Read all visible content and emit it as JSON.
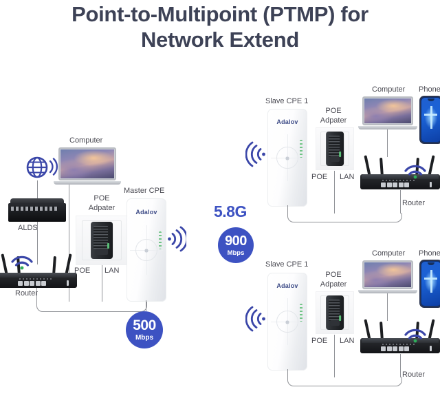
{
  "title": {
    "line1": "Point-to-Multipoint (PTMP) for",
    "line2": "Network Extend",
    "color": "#3d4256"
  },
  "theme": {
    "accent_blue": "#3d52c2",
    "wifi_blue": "#3a46a8",
    "background": "#ffffff",
    "wire": "#8f9196",
    "led_green": "#63c07a"
  },
  "left_segment": {
    "name": "master-site",
    "internet_icon": "globe-icon",
    "switch_label": "ALDS",
    "computer_label": "Computer",
    "poe_label_line1": "POE",
    "poe_label_line2": "Adpater",
    "poe_port_left": "POE",
    "poe_port_right": "LAN",
    "cpe_label": "Master CPE",
    "cpe_brand": "Adalov",
    "router_label": "Router",
    "speed_badge": {
      "value": "500",
      "unit": "Mbps"
    }
  },
  "link": {
    "band_label": "5.8G",
    "speed_badge": {
      "value": "900",
      "unit": "Mbps"
    }
  },
  "right_segment_top": {
    "name": "slave-site-1",
    "cpe_label": "Slave CPE 1",
    "cpe_brand": "Adalov",
    "poe_label_line1": "POE",
    "poe_label_line2": "Adpater",
    "poe_port_left": "POE",
    "poe_port_right": "LAN",
    "computer_label": "Computer",
    "phone_label": "Phone",
    "router_label": "Router"
  },
  "right_segment_bottom": {
    "name": "slave-site-2",
    "cpe_label": "Slave CPE 1",
    "cpe_brand": "Adalov",
    "poe_label_line1": "POE",
    "poe_label_line2": "Adpater",
    "poe_port_left": "POE",
    "poe_port_right": "LAN",
    "computer_label": "Computer",
    "phone_label": "Phone",
    "router_label": "Router"
  }
}
